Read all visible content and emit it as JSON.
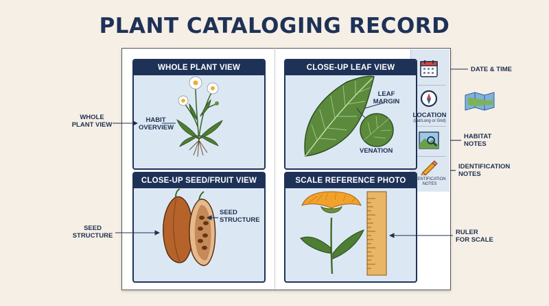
{
  "title": "PLANT CATALOGING RECORD",
  "panels": {
    "whole_plant": {
      "header": "WHOLE PLANT VIEW",
      "callout": "HABIT\nOVERVIEW"
    },
    "leaf": {
      "header": "CLOSE-UP LEAF VIEW",
      "callout_margin": "LEAF\nMARGIN",
      "callout_venation": "VENATION"
    },
    "seed": {
      "header": "CLOSE-UP SEED/FRUIT VIEW",
      "callout": "SEED\nSTRUCTURE"
    },
    "scale": {
      "header": "SCALE REFERENCE PHOTO"
    }
  },
  "sidebar": {
    "location_label": "LOCATION",
    "location_sub": "(Lat/Long or Grid)",
    "identification_label": "IDENTIFICATION\nNOTES"
  },
  "external_labels": {
    "whole_plant_view": "WHOLE\nPLANT VIEW",
    "seed_structure": "SEED\nSTRUCTURE",
    "date_time": "DATE & TIME",
    "habitat_notes": "HABITAT\nNOTES",
    "identification_notes": "IDENTIFICATION\nNOTES",
    "ruler_for_scale": "RULER\nFOR SCALE"
  },
  "icons": [
    "calendar-icon",
    "compass-icon",
    "map-icon",
    "habitat-photo-icon",
    "pencil-icon"
  ],
  "colors": {
    "navy": "#1e3257",
    "panel_bg": "#dbe8f4",
    "leaf_green": "#4e7d34",
    "seed_brown": "#b5632a",
    "flower_orange": "#f0a22c",
    "ruler": "#e9b566"
  }
}
